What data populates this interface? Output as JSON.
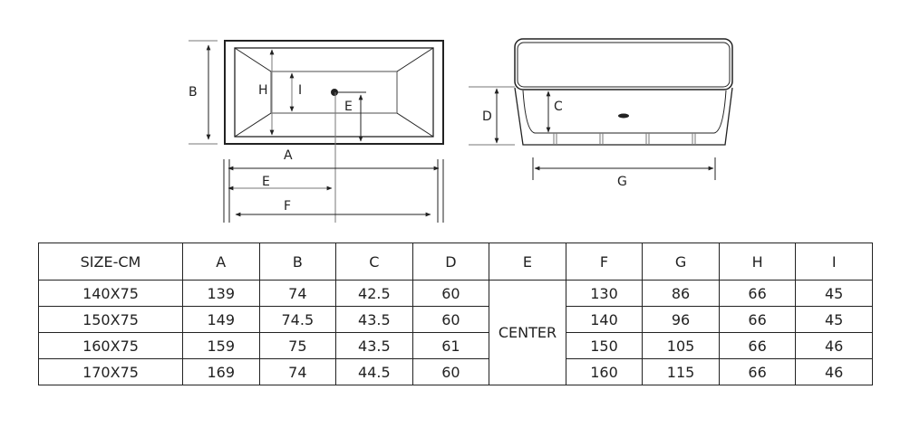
{
  "drawing": {
    "top_view_labels": {
      "A": "A",
      "B": "B",
      "E_vertical": "E",
      "E_horizontal": "E",
      "F": "F",
      "H": "H",
      "I": "I"
    },
    "side_view_labels": {
      "C": "C",
      "D": "D",
      "G": "G"
    }
  },
  "table": {
    "headers": [
      "SIZE-CM",
      "A",
      "B",
      "C",
      "D",
      "E",
      "F",
      "G",
      "H",
      "I"
    ],
    "e_value": "CENTER",
    "rows": [
      {
        "size": "140X75",
        "A": "139",
        "B": "74",
        "C": "42.5",
        "D": "60",
        "F": "130",
        "G": "86",
        "H": "66",
        "I": "45"
      },
      {
        "size": "150X75",
        "A": "149",
        "B": "74.5",
        "C": "43.5",
        "D": "60",
        "F": "140",
        "G": "96",
        "H": "66",
        "I": "45"
      },
      {
        "size": "160X75",
        "A": "159",
        "B": "75",
        "C": "43.5",
        "D": "61",
        "F": "150",
        "G": "105",
        "H": "66",
        "I": "46"
      },
      {
        "size": "170X75",
        "A": "169",
        "B": "74",
        "C": "44.5",
        "D": "60",
        "F": "160",
        "G": "115",
        "H": "66",
        "I": "46"
      }
    ]
  }
}
